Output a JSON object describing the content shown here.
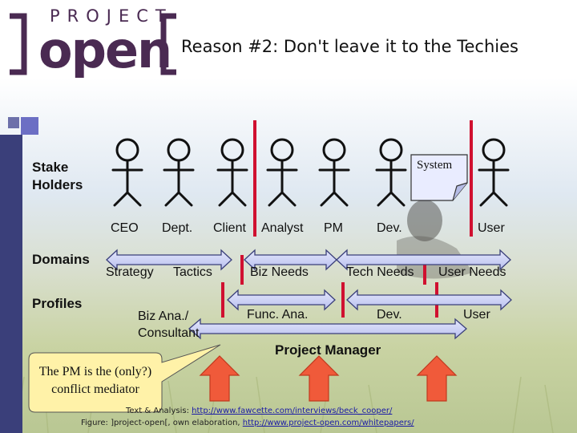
{
  "logo": {
    "top_text": "PROJECT",
    "main_text": "open"
  },
  "title": "Reason #2: Don't leave it to the Techies",
  "row_labels": {
    "stakeholders": "Stake Holders",
    "domains": "Domains",
    "profiles": "Profiles"
  },
  "system_label": "System",
  "stakeholders": [
    "CEO",
    "Dept.",
    "Client",
    "Analyst",
    "PM",
    "Dev.",
    "User"
  ],
  "domains": [
    "Strategy",
    "Tactics",
    "Biz Needs",
    "Tech Needs",
    "User Needs"
  ],
  "profiles": [
    "Biz Ana./ Consultant",
    "Func. Ana.",
    "Dev.",
    "User"
  ],
  "project_manager": "Project Manager",
  "callout": "The PM is the (only?) conflict mediator",
  "footer": {
    "line1_prefix": "Text & Analysis: ",
    "line1_link": "http://www.fawcette.com/interviews/beck_cooper/",
    "line2_prefix": "Figure: ]project-open[, own elaboration, ",
    "line2_link": "http://www.project-open.com/whitepapers/"
  },
  "colors": {
    "brand": "#4a2a52",
    "divider": "#d01030",
    "arrow_fill": "#f05a3a",
    "callout_fill": "#fff2a8",
    "arrow_body": "#c8cdf2"
  }
}
